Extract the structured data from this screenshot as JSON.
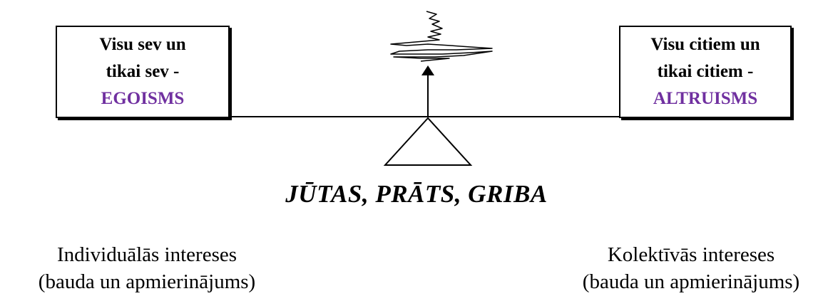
{
  "left_box": {
    "line1": "Visu  sev un",
    "line2": "tikai  sev -",
    "term": "EGOISMS"
  },
  "right_box": {
    "line1": "Visu citiem un",
    "line2": "tikai citiem  -",
    "term": "ALTRUISMS"
  },
  "fulcrum_caption": "JŪTAS,  PRĀTS,  GRIBA",
  "left_note": {
    "line1": "Individuālās intereses",
    "line2": "(bauda un apmierinājums)"
  },
  "right_note": {
    "line1": "Kolektīvās intereses",
    "line2": "(bauda un apmierinājums)"
  },
  "colors": {
    "accent": "#7030a0"
  }
}
